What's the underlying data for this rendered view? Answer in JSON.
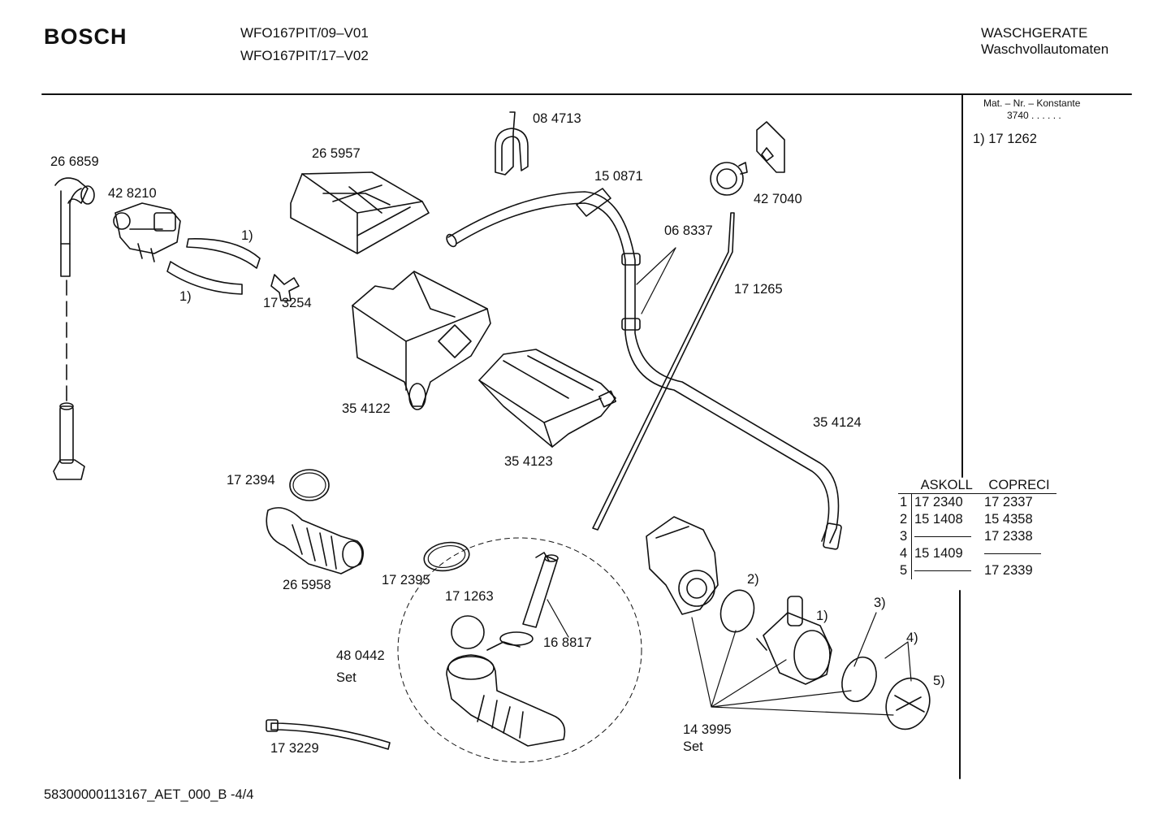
{
  "header": {
    "brand": "BOSCH",
    "model_line_1": "WFO167PIT/09–V01",
    "model_line_2": "WFO167PIT/17–V02",
    "category_line_1": "WASCHGERATE",
    "category_line_2": "Waschvollautomaten"
  },
  "side_panel": {
    "mat_label": "Mat. – Nr. – Konstante",
    "mat_value": "3740 . . . . . .",
    "note_1": "1) 17 1262"
  },
  "parts": {
    "p266859": "26 6859",
    "p428210": "42 8210",
    "p265957": "26 5957",
    "p084713": "08 4713",
    "p150871": "15 0871",
    "p427040": "42 7040",
    "p068337": "06 8337",
    "p171265": "17 1265",
    "p173254": "17 3254",
    "note1a": "1)",
    "note1b": "1)",
    "p354122": "35 4122",
    "p354123": "35 4123",
    "p354124": "35 4124",
    "p172394": "17 2394",
    "p265958": "26 5958",
    "p172395": "17 2395",
    "p171263": "17 1263",
    "p168817": "16 8817",
    "p480442": "48 0442",
    "p480442_set": "Set",
    "p173229": "17 3229",
    "p143995": "14 3995",
    "p143995_set": "Set",
    "n2": "2)",
    "n1": "1)",
    "n3": "3)",
    "n4": "4)",
    "n5": "5)"
  },
  "alternatives_table": {
    "headers": [
      "ASKOLL",
      "COPRECI"
    ],
    "rows": [
      {
        "idx": "1",
        "askoll": "17 2340",
        "copreci": "17 2337"
      },
      {
        "idx": "2",
        "askoll": "15 1408",
        "copreci": "15 4358"
      },
      {
        "idx": "3",
        "askoll": "",
        "copreci": "17 2338"
      },
      {
        "idx": "4",
        "askoll": "15 1409",
        "copreci": ""
      },
      {
        "idx": "5",
        "askoll": "",
        "copreci": "17 2339"
      }
    ]
  },
  "footer": {
    "doc_id": "58300000113167_AET_000_B -4/4"
  }
}
